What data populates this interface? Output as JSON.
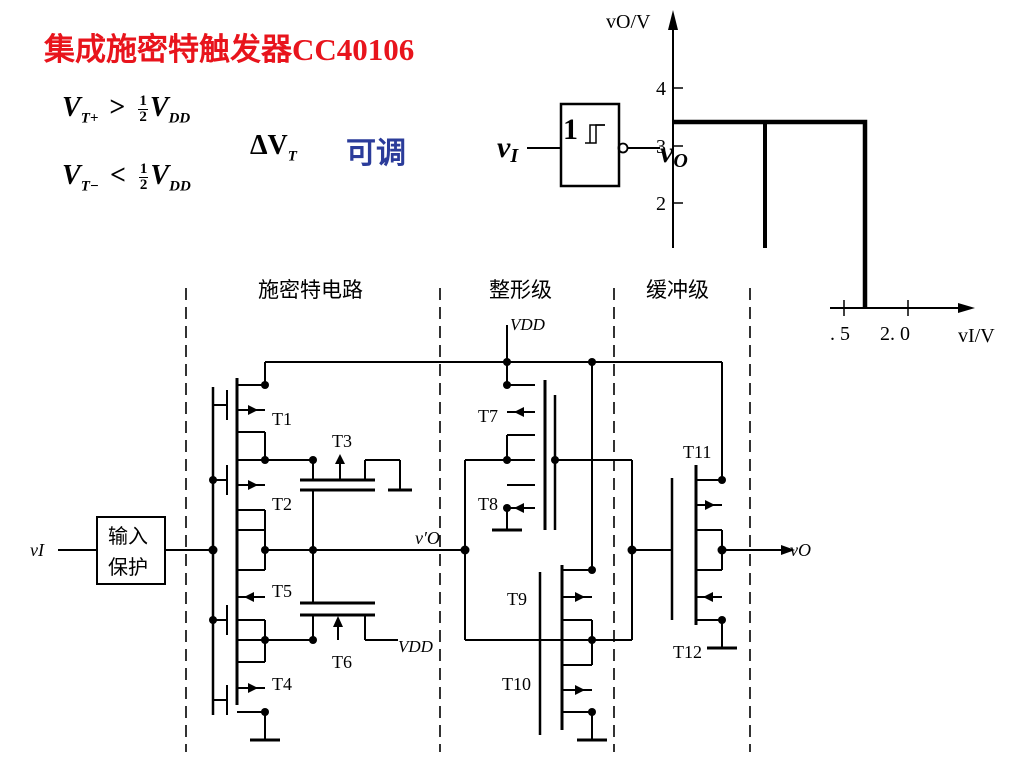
{
  "title": "集成施密特触发器CC40106",
  "formulas": {
    "vt_plus": {
      "var": "V",
      "sub": "T+",
      "op": ">",
      "frac_num": "1",
      "frac_den": "2",
      "rhs": "V",
      "rhs_sub": "DD"
    },
    "vt_minus": {
      "var": "V",
      "sub": "T−",
      "op": "<",
      "frac_num": "1",
      "frac_den": "2",
      "rhs": "V",
      "rhs_sub": "DD"
    },
    "delta": {
      "sym": "ΔV",
      "sub": "T"
    },
    "adjustable": "可调"
  },
  "symbol": {
    "input": "v",
    "input_sub": "I",
    "gate": "1",
    "output": "v",
    "output_sub": "O"
  },
  "transfer_plot": {
    "ylabel": "vO/V",
    "yticks": [
      "4",
      "3",
      "2"
    ],
    "xticks": [
      ". 5",
      "2. 0"
    ],
    "xlabel": "vI/V"
  },
  "sections": {
    "schmitt": "施密特电路",
    "shaping": "整形级",
    "buffer": "缓冲级"
  },
  "circuit": {
    "vdd_top": "VDD",
    "vdd_right": "VDD",
    "input": "vI",
    "input_block_line1": "输入",
    "input_block_line2": "保护",
    "mid_node": "v′O",
    "output": "vO",
    "transistors": [
      "T1",
      "T2",
      "T3",
      "T4",
      "T5",
      "T6",
      "T7",
      "T8",
      "T9",
      "T10",
      "T11",
      "T12"
    ]
  },
  "colors": {
    "title": "#e8141c",
    "accent": "#2b3c9a"
  }
}
